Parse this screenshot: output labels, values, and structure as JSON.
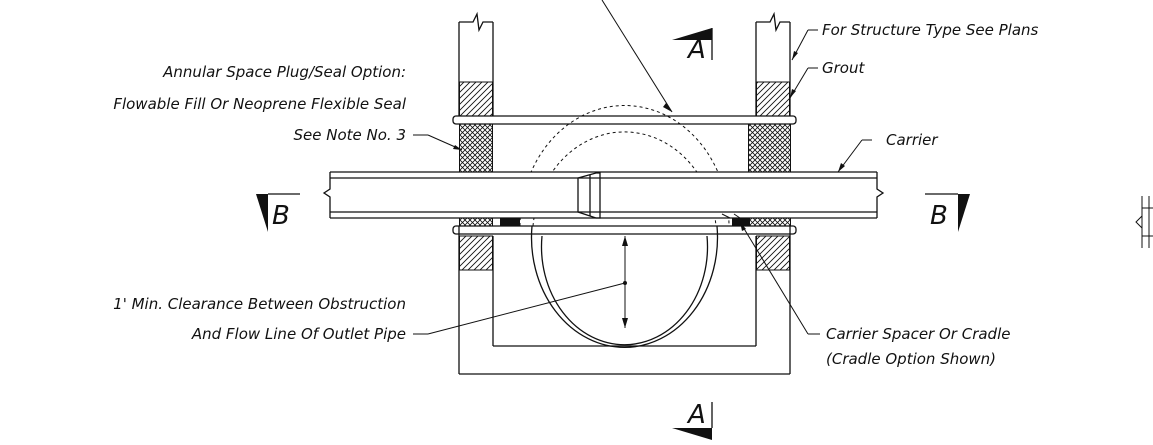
{
  "labels": {
    "structure_type": "For Structure Type See Plans",
    "grout": "Grout",
    "annular_line1": "Annular Space Plug/Seal Option:",
    "annular_line2": "Flowable Fill Or Neoprene Flexible Seal",
    "annular_line3": "See Note No. 3",
    "carrier": "Carrier",
    "clearance_line1": "1' Min. Clearance Between Obstruction",
    "clearance_line2": "And Flow Line Of Outlet Pipe",
    "spacer_line1": "Carrier Spacer Or Cradle",
    "spacer_line2": "(Cradle Option Shown)"
  },
  "section_marks": {
    "a_top": "A",
    "a_bottom": "A",
    "b_left": "B",
    "b_right": "B"
  }
}
